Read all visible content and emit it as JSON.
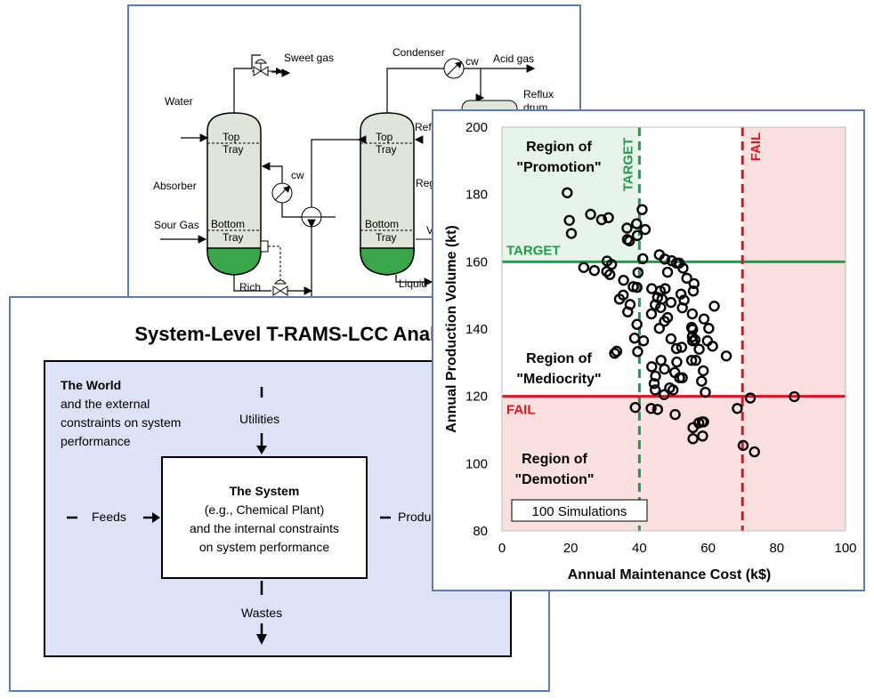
{
  "pfd": {
    "labels": {
      "sweet_gas": "Sweet gas",
      "condenser": "Condenser",
      "cw1": "cw",
      "acid_gas": "Acid gas",
      "reflux_drum": "Reflux\ndrum",
      "water": "Water",
      "top_tray_1": "Top\nTray",
      "top_tray_2": "Top\nTray",
      "refl_cut": "Refl",
      "absorber": "Absorber",
      "cw2": "cw",
      "regen_cut": "Reg",
      "sour_gas": "Sour Gas",
      "bottom_tray_1": "Bottom\nTray",
      "bottom_tray_2": "Bottom\nTray",
      "v_cut": "V",
      "rich": "Rich",
      "liquid_cut": "Liquid"
    }
  },
  "world": {
    "title": "System-Level T-RAMS-LCC Analysis",
    "world_heading": "The World",
    "world_desc": "and the external\nconstraints on system\nperformance",
    "system_heading": "The System",
    "system_desc": "(e.g., Chemical Plant)\nand the internal constraints\non system performance",
    "utilities": "Utilities",
    "feeds": "Feeds",
    "products": "Products",
    "wastes": "Wastes"
  },
  "colors": {
    "promotion": "#e6f4ea",
    "demotion": "#fbe0e0",
    "target": "#1f9e48",
    "fail": "#d9161e",
    "panel_border": "#5b7db3",
    "world_fill": "#dde2f7",
    "liquid": "#3aa64a"
  },
  "chart_data": {
    "type": "scatter",
    "xlabel": "Annual Maintenance Cost (k$)",
    "ylabel": "Annual Production Volume (kt)",
    "xlim": [
      0,
      100
    ],
    "ylim": [
      80,
      200
    ],
    "xticks": [
      0,
      20,
      40,
      60,
      80,
      100
    ],
    "yticks": [
      80,
      100,
      120,
      140,
      160,
      180,
      200
    ],
    "target_x": 40,
    "fail_x": 70,
    "target_y": 160,
    "fail_y": 120,
    "target_label": "TARGET",
    "fail_label": "FAIL",
    "regions": {
      "promotion": "Region of\n\"Promotion\"",
      "mediocrity": "Region of\n\"Mediocrity\"",
      "demotion": "Region of\n\"Demotion\""
    },
    "annotation": "100 Simulations",
    "points": [
      [
        19,
        180.5
      ],
      [
        19.6,
        172.3
      ],
      [
        20.2,
        168.4
      ],
      [
        25.8,
        174.1
      ],
      [
        29,
        172.5
      ],
      [
        31,
        173.1
      ],
      [
        36.4,
        170
      ],
      [
        36.5,
        166.6
      ],
      [
        37.1,
        166.2
      ],
      [
        39.2,
        171.3
      ],
      [
        40.8,
        175.5
      ],
      [
        39.4,
        167.8
      ],
      [
        41.7,
        169.6
      ],
      [
        23.8,
        158.3
      ],
      [
        26.9,
        157.4
      ],
      [
        30.6,
        160.2
      ],
      [
        30.5,
        157.1
      ],
      [
        31.9,
        159.2
      ],
      [
        31.4,
        156.2
      ],
      [
        35.4,
        154.5
      ],
      [
        35.3,
        150.1
      ],
      [
        34.2,
        148.9
      ],
      [
        37.3,
        147.3
      ],
      [
        36.6,
        145.1
      ],
      [
        38.2,
        152.6
      ],
      [
        39.6,
        156.8
      ],
      [
        39.3,
        152.4
      ],
      [
        41,
        160.9
      ],
      [
        45.8,
        162.1
      ],
      [
        47.4,
        160.8
      ],
      [
        49.4,
        160.3
      ],
      [
        50.8,
        159.6
      ],
      [
        51.6,
        159.6
      ],
      [
        52.7,
        158.1
      ],
      [
        48.2,
        156.9
      ],
      [
        53.8,
        155.1
      ],
      [
        55.9,
        153.5
      ],
      [
        46.1,
        151.3
      ],
      [
        43.6,
        152
      ],
      [
        47.5,
        152
      ],
      [
        52.1,
        150.4
      ],
      [
        55.7,
        151.3
      ],
      [
        45.3,
        149.4
      ],
      [
        46.6,
        148.9
      ],
      [
        53,
        148.6
      ],
      [
        49.2,
        147.9
      ],
      [
        44.6,
        147.2
      ],
      [
        46.2,
        146.4
      ],
      [
        52.5,
        146.3
      ],
      [
        61.8,
        146.8
      ],
      [
        43.5,
        144.5
      ],
      [
        48.2,
        143.4
      ],
      [
        55.4,
        144.5
      ],
      [
        58.8,
        143
      ],
      [
        47.3,
        142.3
      ],
      [
        55.2,
        140.5
      ],
      [
        55.5,
        139.9
      ],
      [
        60.2,
        140.2
      ],
      [
        39.3,
        141.4
      ],
      [
        45.8,
        140.2
      ],
      [
        38.6,
        137.3
      ],
      [
        41.2,
        136.5
      ],
      [
        49.2,
        137.1
      ],
      [
        55.5,
        136.5
      ],
      [
        55.4,
        137.7
      ],
      [
        56.2,
        136.8
      ],
      [
        59.8,
        136.5
      ],
      [
        61.3,
        134.9
      ],
      [
        33.4,
        133.4
      ],
      [
        32.8,
        132.8
      ],
      [
        39.5,
        133.3
      ],
      [
        50.8,
        134.2
      ],
      [
        52.3,
        134.6
      ],
      [
        57.4,
        134
      ],
      [
        65.3,
        132
      ],
      [
        46.3,
        130.7
      ],
      [
        50.9,
        130.2
      ],
      [
        55.2,
        130.7
      ],
      [
        56.4,
        130.7
      ],
      [
        43.6,
        128.8
      ],
      [
        47.3,
        128.1
      ],
      [
        50.3,
        127.1
      ],
      [
        58.6,
        127.6
      ],
      [
        44.7,
        126
      ],
      [
        51.7,
        125.5
      ],
      [
        52.5,
        125.5
      ],
      [
        58.1,
        124.5
      ],
      [
        44.3,
        123.8
      ],
      [
        48.8,
        122.5
      ],
      [
        49.8,
        121.9
      ],
      [
        44.6,
        121.9
      ],
      [
        47.2,
        120.5
      ],
      [
        59.2,
        121.2
      ],
      [
        72.3,
        119.5
      ],
      [
        85.1,
        119.9
      ],
      [
        38.8,
        116.7
      ],
      [
        43.4,
        116.4
      ],
      [
        45.3,
        116.1
      ],
      [
        50.4,
        114.6
      ],
      [
        68.5,
        116.4
      ],
      [
        58.3,
        112.4
      ],
      [
        57.3,
        112.1
      ],
      [
        58.7,
        112.4
      ],
      [
        55.6,
        110.7
      ],
      [
        58.4,
        108.2
      ],
      [
        55.6,
        107.4
      ],
      [
        70.2,
        105.4
      ],
      [
        73.5,
        103.5
      ]
    ]
  }
}
